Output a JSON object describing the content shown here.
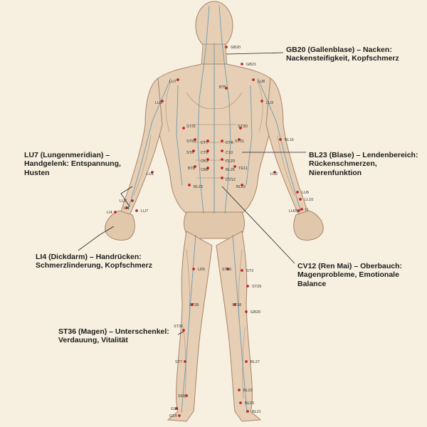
{
  "callouts": {
    "gb20": {
      "title": "GB20 (Gallenblase) – Nacken:",
      "desc": "Nackensteifigkeit, Kopfschmerz"
    },
    "lu7": {
      "title": "LU7 (Lungenmeridian) –",
      "desc": "Handgelenk: Entspannung, Husten"
    },
    "bl23": {
      "title": "BL23 (Blase) – Lendenbereich:",
      "desc": "Rückenschmerzen, Nierenfunktion"
    },
    "li4": {
      "title": "LI4 (Dickdarm) – Handrücken:",
      "desc": "Schmerzlinderung, Kopfschmerz"
    },
    "cv12": {
      "title": "CV12 (Ren Mai) – Oberbauch:",
      "desc": "Magenprobleme, Emotionale Balance"
    },
    "st36": {
      "title": "ST36 (Magen) – Unterschenkel:",
      "desc": "Verdauung, Vitalität"
    }
  },
  "points": [
    {
      "id": "gb20",
      "label": "GB20"
    },
    {
      "id": "gb21",
      "label": "GB21"
    },
    {
      "id": "lu7r",
      "label": "LU7"
    },
    {
      "id": "lu8",
      "label": "LU8"
    },
    {
      "id": "bt5",
      "label": "BT5"
    },
    {
      "id": "lu3l",
      "label": "LU3"
    },
    {
      "id": "lu3r",
      "label": "LU3"
    },
    {
      "id": "st1",
      "label": "ST31"
    },
    {
      "id": "st3d",
      "label": "ST3D"
    },
    {
      "id": "bl16",
      "label": "BL16"
    },
    {
      "id": "st55",
      "label": "ST55"
    },
    {
      "id": "ct7",
      "label": "CT7"
    },
    {
      "id": "cy6",
      "label": "CY6"
    },
    {
      "id": "st31",
      "label": "ST31"
    },
    {
      "id": "st8",
      "label": "ST8"
    },
    {
      "id": "ct6",
      "label": "CT6"
    },
    {
      "id": "c10",
      "label": "C10"
    },
    {
      "id": "ck3",
      "label": "CK3"
    },
    {
      "id": "cl23",
      "label": "CL23"
    },
    {
      "id": "bt8",
      "label": "BT8"
    },
    {
      "id": "cb8",
      "label": "CB8"
    },
    {
      "id": "bl25",
      "label": "BL25"
    },
    {
      "id": "te11",
      "label": "TE11"
    },
    {
      "id": "cv12",
      "label": "CV12"
    },
    {
      "id": "lu1",
      "label": "LU1"
    },
    {
      "id": "lu2",
      "label": "LU2"
    },
    {
      "id": "bl23l",
      "label": "BL23"
    },
    {
      "id": "bl23r",
      "label": "BL23"
    },
    {
      "id": "lu6",
      "label": "LU6"
    },
    {
      "id": "ll10",
      "label": "LL10"
    },
    {
      "id": "lu7a",
      "label": "LU7"
    },
    {
      "id": "lu7b",
      "label": "LU7"
    },
    {
      "id": "li4",
      "label": "LI4"
    },
    {
      "id": "li4b",
      "label": "LI4"
    },
    {
      "id": "lh20",
      "label": "LH20"
    },
    {
      "id": "li",
      "label": "LI"
    },
    {
      "id": "lr5",
      "label": "LR5"
    },
    {
      "id": "st36a",
      "label": "ST36"
    },
    {
      "id": "st3",
      "label": "ST3"
    },
    {
      "id": "st29",
      "label": "ST29"
    },
    {
      "id": "st38l",
      "label": "ST38"
    },
    {
      "id": "st38r",
      "label": "ST38"
    },
    {
      "id": "gb20b",
      "label": "GB20"
    },
    {
      "id": "st36",
      "label": "ST36"
    },
    {
      "id": "st7",
      "label": "ST7"
    },
    {
      "id": "bl27",
      "label": "BL27"
    },
    {
      "id": "s93",
      "label": "S93"
    },
    {
      "id": "bl23b",
      "label": "BL23"
    },
    {
      "id": "g14a",
      "label": "G14"
    },
    {
      "id": "g14b",
      "label": "G14"
    },
    {
      "id": "bl23c",
      "label": "BL23"
    },
    {
      "id": "bl21",
      "label": "BL21"
    }
  ],
  "colors": {
    "background": "#f7f0e1",
    "skin": "#e6cfb4",
    "muscle_line": "#b89a7e",
    "meridian": "#4f8fb4",
    "point": "#c0282a",
    "text": "#1c1c1c"
  }
}
